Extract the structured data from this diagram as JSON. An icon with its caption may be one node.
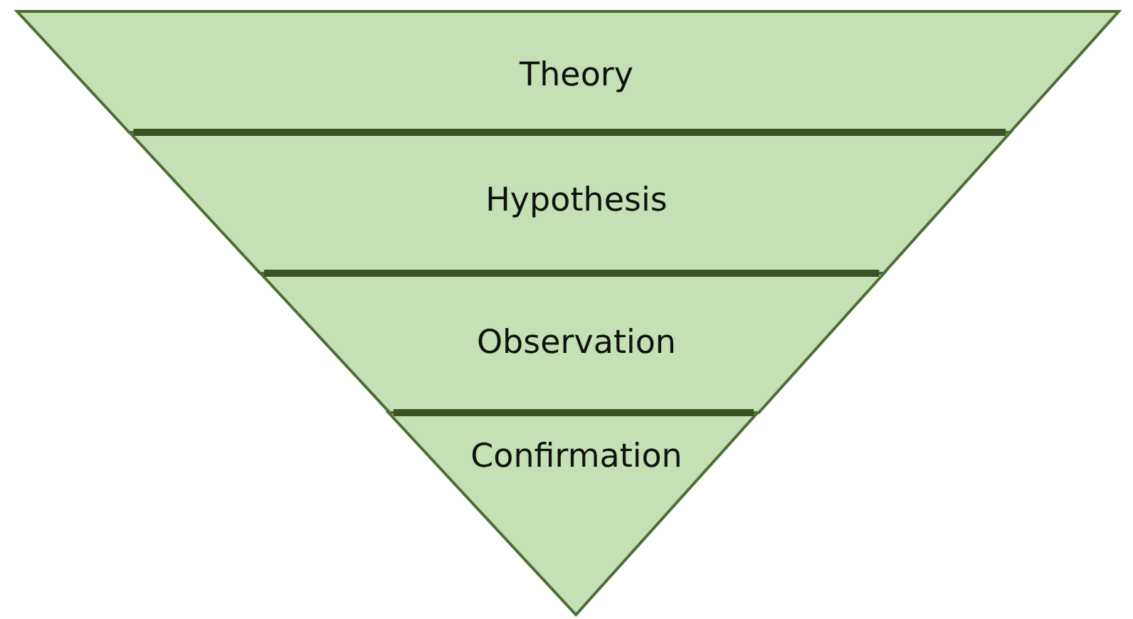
{
  "diagram": {
    "nodes": [
      {
        "text": [
          "Theory"
        ]
      },
      {
        "text": [
          "Hypothesis"
        ]
      },
      {
        "text": [
          "Observation"
        ]
      },
      {
        "text": [
          "Confirmation"
        ]
      }
    ]
  }
}
